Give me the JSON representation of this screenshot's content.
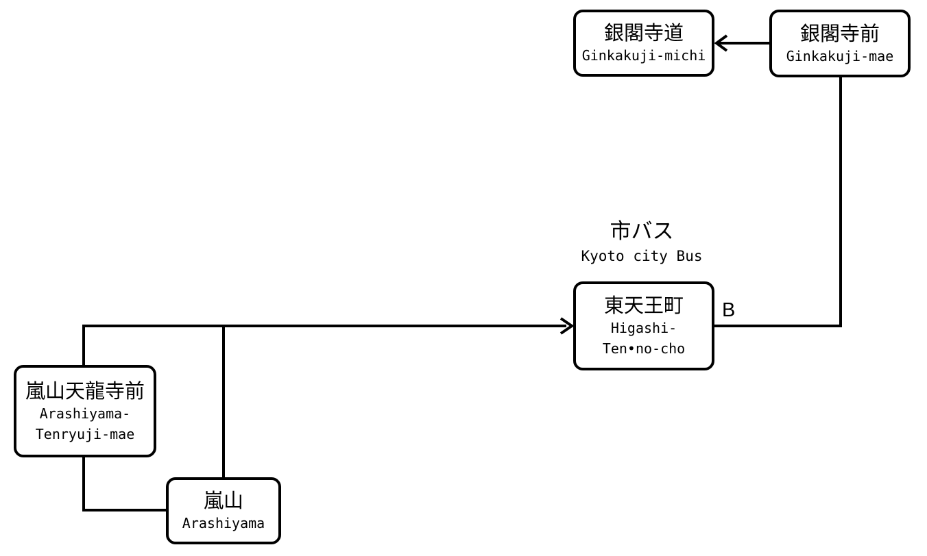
{
  "stops": {
    "ginkakuji_michi": {
      "jp": "銀閣寺道",
      "en": [
        "Ginkakuji-michi"
      ]
    },
    "ginkakuji_mae": {
      "jp": "銀閣寺前",
      "en": [
        "Ginkakuji-mae"
      ]
    },
    "higashi_tennocho": {
      "jp": "東天王町",
      "en": [
        "Higashi-",
        "Ten•no-cho"
      ]
    },
    "arashiyama_tenryuji_mae": {
      "jp": "嵐山天龍寺前",
      "en": [
        "Arashiyama-",
        "Tenryuji-mae"
      ]
    },
    "arashiyama": {
      "jp": "嵐山",
      "en": [
        "Arashiyama"
      ]
    }
  },
  "operator": {
    "jp": "市バス",
    "en": "Kyoto city Bus"
  },
  "platform": "B",
  "colors": {
    "line": "#000000",
    "box_fill": "#ffffff"
  }
}
